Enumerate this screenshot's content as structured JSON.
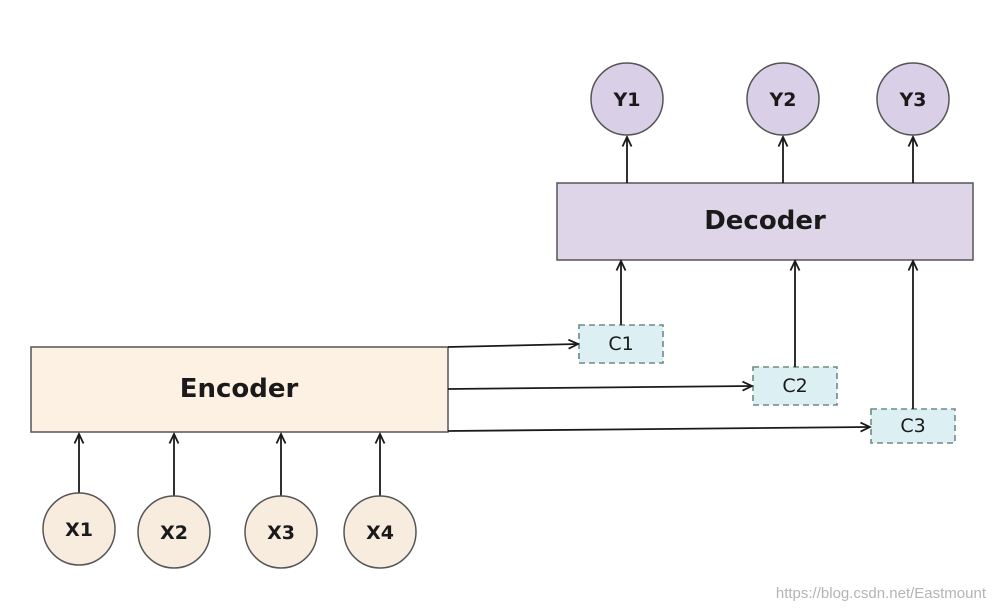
{
  "diagram": {
    "encoder": {
      "label": "Encoder",
      "fill": "#fdf1e4",
      "stroke": "#555555"
    },
    "decoder": {
      "label": "Decoder",
      "fill": "#ded6e8",
      "stroke": "#555555"
    },
    "inputs": [
      {
        "label": "X1"
      },
      {
        "label": "X2"
      },
      {
        "label": "X3"
      },
      {
        "label": "X4"
      }
    ],
    "outputs": [
      {
        "label": "Y1"
      },
      {
        "label": "Y2"
      },
      {
        "label": "Y3"
      }
    ],
    "contexts": [
      {
        "label": "C1"
      },
      {
        "label": "C2"
      },
      {
        "label": "C3"
      }
    ],
    "colors": {
      "input_fill": "#f8ecdf",
      "output_fill": "#d9cfe6",
      "context_fill": "#dcf0f4",
      "context_stroke": "#6e8a86",
      "line": "#1a1a1a",
      "text": "#1a1a1a"
    }
  },
  "watermark": "https://blog.csdn.net/Eastmount"
}
